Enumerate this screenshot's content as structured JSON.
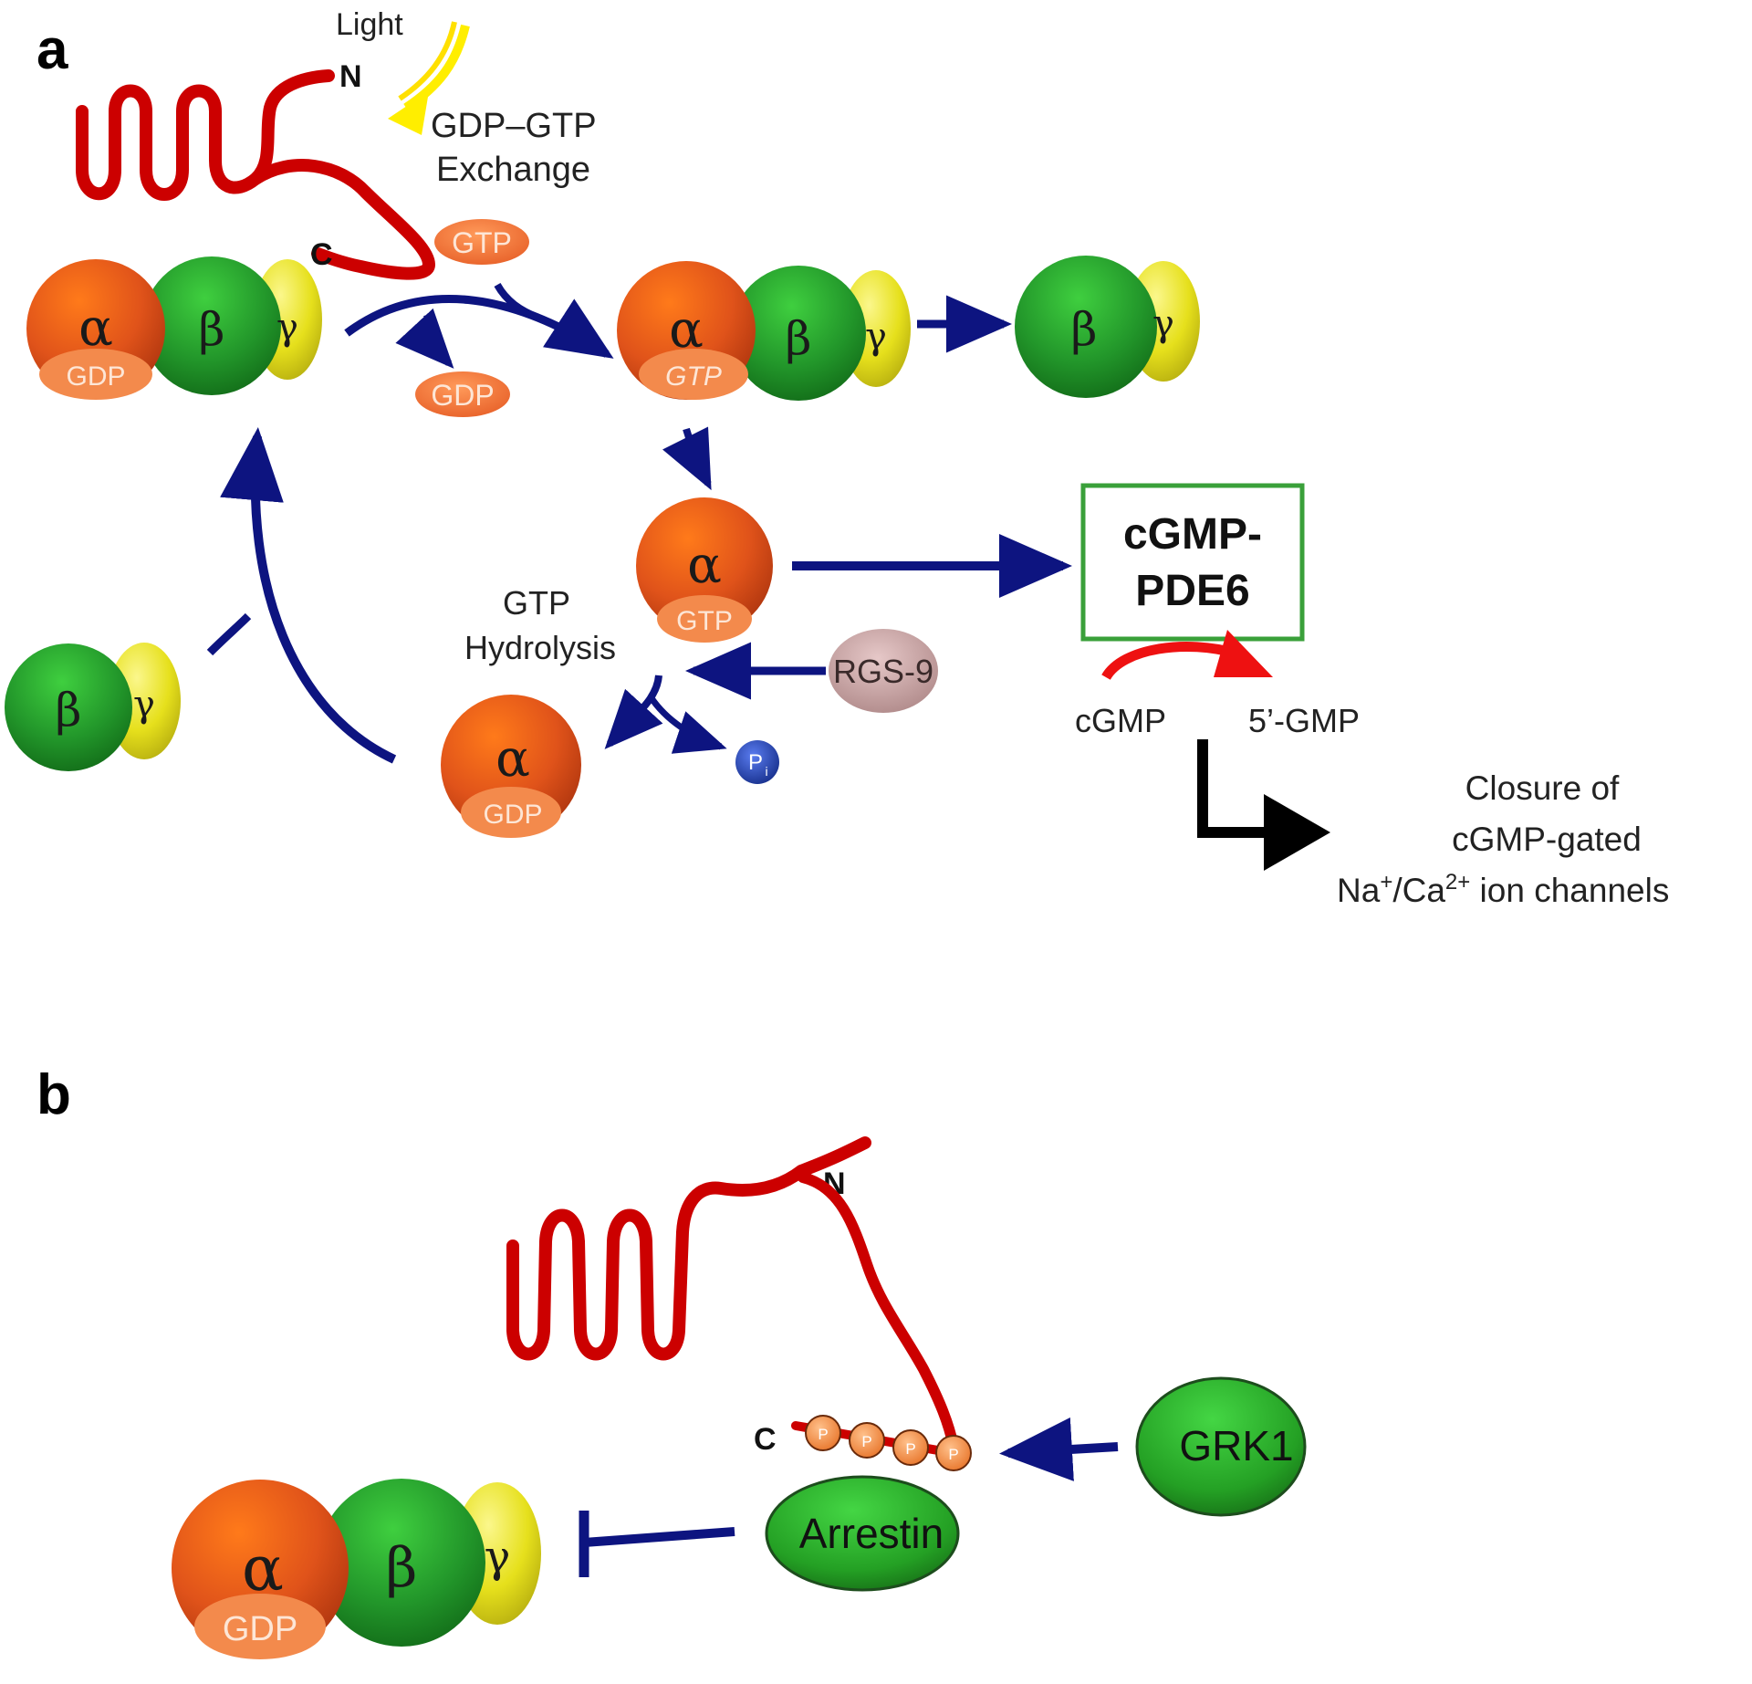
{
  "panels": {
    "a": "a",
    "b": "b"
  },
  "panel_a": {
    "light_label": "Light",
    "n_terminus": "N",
    "c_terminus": "C",
    "exchange_line1": "GDP–GTP",
    "exchange_line2": "Exchange",
    "gtp_pill": "GTP",
    "gdp_pill": "GDP",
    "alpha": "α",
    "beta": "β",
    "gamma": "γ",
    "alpha_gdp": "GDP",
    "alpha_gtp": "GTP",
    "alpha_gtp_free": "GTP",
    "alpha_gdp_free": "GDP",
    "hydrolysis_line1": "GTP",
    "hydrolysis_line2": "Hydrolysis",
    "rgs": "RGS-9",
    "pi_main": "P",
    "pi_sub": "i",
    "pde_line1": "cGMP-",
    "pde_line2": "PDE6",
    "cgmp": "cGMP",
    "five_gmp": "5’-GMP",
    "closure_line1": "Closure of",
    "closure_line2": "cGMP-gated",
    "closure_line3_na": "Na",
    "closure_line3_plus": "+",
    "closure_line3_ca": "/Ca",
    "closure_line3_2plus": "2+",
    "closure_line3_rest": " ion  channels"
  },
  "panel_b": {
    "n_terminus": "N",
    "c_terminus": "C",
    "phospho": "P",
    "grk": "GRK1",
    "arrestin": "Arrestin",
    "alpha": "α",
    "beta": "β",
    "gamma": "γ",
    "alpha_gdp": "GDP"
  },
  "colors": {
    "receptor": "#cc0000",
    "arrow_navy": "#0d1480",
    "alpha_orange": "#e0531a",
    "beta_green": "#2a9a2a",
    "gamma_yellow": "#e6e01c",
    "pill_orange": "#f07a38",
    "light_yellow": "#ffee00",
    "pde_border": "#3aa03a",
    "rgs_mauve": "#c9a3a3",
    "pi_blue": "#2646b8",
    "red_arrow": "#ee1111"
  }
}
